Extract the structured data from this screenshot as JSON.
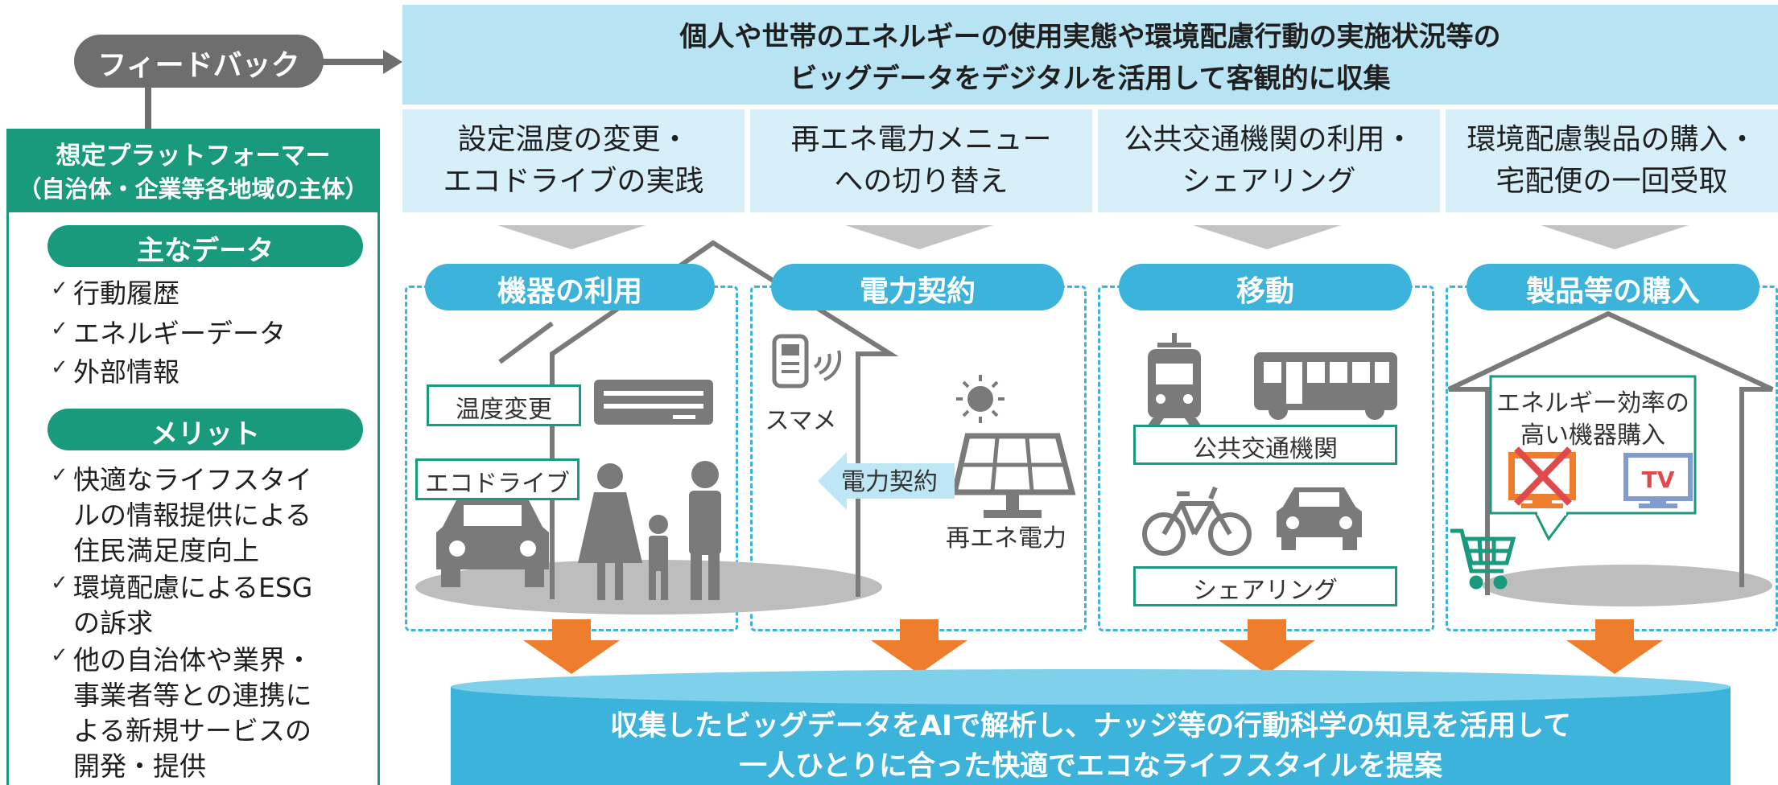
{
  "feedback": {
    "label": "フィードバック"
  },
  "banner": {
    "line1": "個人や世帯のエネルギーの使用実態や環境配慮行動の実施状況等の",
    "line2": "ビッグデータをデジタルを活用して客観的に収集"
  },
  "categories": [
    {
      "line1": "設定温度の変更・",
      "line2": "エコドライブの実践"
    },
    {
      "line1": "再エネ電力メニュー",
      "line2": "への切り替え"
    },
    {
      "line1": "公共交通機関の利用・",
      "line2": "シェアリング"
    },
    {
      "line1": "環境配慮製品の購入・",
      "line2": "宅配便の一回受取"
    }
  ],
  "panels": [
    {
      "title": "機器の利用"
    },
    {
      "title": "電力契約"
    },
    {
      "title": "移動"
    },
    {
      "title": "製品等の購入"
    }
  ],
  "panel_labels": {
    "temperature": "温度変更",
    "ecodrive": "エコドライブ",
    "smart_meter": "スマメ",
    "power_contract": "電力契約",
    "renewable": "再エネ電力",
    "public_transport": "公共交通機関",
    "sharing": "シェアリング",
    "efficient_line1": "エネルギー効率の",
    "efficient_line2": "高い機器購入",
    "tv": "TV"
  },
  "left": {
    "head_line1": "想定プラットフォーマー",
    "head_line2": "（自治体・企業等各地域の主体）",
    "data_title": "主なデータ",
    "data_items": [
      "行動履歴",
      "エネルギーデータ",
      "外部情報"
    ],
    "merit_title": "メリット",
    "merit_items": [
      [
        "快適なライフスタイ",
        "ルの情報提供による",
        "住民満足度向上"
      ],
      [
        "環境配慮によるESG",
        "の訴求"
      ],
      [
        "他の自治体や業界・",
        "事業者等との連携に",
        "よる新規サービスの",
        "開発・提供"
      ]
    ],
    "check": "✓"
  },
  "bottom": {
    "line1": "収集したビッグデータをAIで解析し、ナッジ等の行動科学の知見を活用して",
    "line2": "一人ひとりに合った快適でエコなライフスタイルを提案"
  },
  "colors": {
    "green": "#1a9a7c",
    "blue": "#3bb3da",
    "light_blue": "#b7e3f2",
    "orange": "#ee7d2e",
    "gray": "#7a7a7a"
  }
}
